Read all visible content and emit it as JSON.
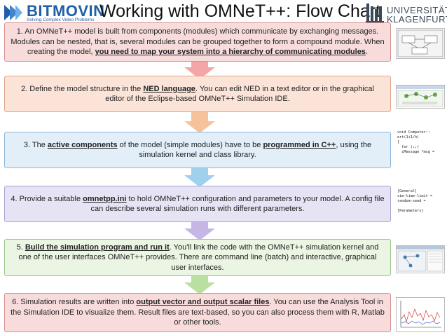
{
  "header": {
    "title": "Working with OMNeT++: Flow Chart",
    "left_logo": {
      "name": "BITMOVIN",
      "tagline": "Solving Complex Video Problems"
    },
    "right_logo": {
      "line1": "UNIVERSITÄT",
      "line2": "KLAGENFURT"
    }
  },
  "steps": [
    {
      "parts": [
        {
          "text": "1. An OMNeT++ model is built from components (modules) which communicate by exchanging messages. Modules can be nested, that is, several modules can be grouped together to form a compound module. When creating the model, "
        },
        {
          "text": "you need to map your system into a hierarchy of communicating modules",
          "emph": true
        },
        {
          "text": "."
        }
      ]
    },
    {
      "parts": [
        {
          "text": "2. Define the model structure in the "
        },
        {
          "text": "NED language",
          "emph": true
        },
        {
          "text": ". You can edit NED in a text editor or in the graphical editor of the Eclipse-based OMNeT++ Simulation IDE."
        }
      ]
    },
    {
      "parts": [
        {
          "text": "3. The "
        },
        {
          "text": "active components",
          "emph": true
        },
        {
          "text": " of the model (simple modules) have to be "
        },
        {
          "text": "programmed in C++",
          "emph": true
        },
        {
          "text": ", using the simulation kernel and class library."
        }
      ]
    },
    {
      "parts": [
        {
          "text": "4. Provide a suitable "
        },
        {
          "text": "omnetpp.ini",
          "emph": true
        },
        {
          "text": " to hold OMNeT++ configuration and parameters to your model. A config file can describe several simulation runs with different parameters."
        }
      ]
    },
    {
      "parts": [
        {
          "text": "5. "
        },
        {
          "text": "Build the simulation program and run it",
          "emph": true
        },
        {
          "text": ". You'll link the code with the OMNeT++ simulation kernel and one of the user interfaces OMNeT++ provides. There are command line (batch) and interactive, graphical user interfaces."
        }
      ]
    },
    {
      "parts": [
        {
          "text": "6. Simulation results are written into "
        },
        {
          "text": "output vector and output scalar files",
          "emph": true
        },
        {
          "text": ". You can use the Analysis Tool in the Simulation IDE to visualize them. Result files are text-based, so you can also process them with R, Matlab or other tools."
        }
      ]
    }
  ],
  "arrow_colors": [
    "#f4a6a6",
    "#f6c29c",
    "#9fd0ee",
    "#c6b6e6",
    "#b9e0a0"
  ],
  "thumbnails": {
    "code_cpp": [
      "void Computer::",
      "ert(1+1/h)",
      "{",
      "  for (;;)",
      "  cMessage *msg ="
    ],
    "ini": [
      "[General]",
      "sim-time-limit =",
      "random-seed =",
      "",
      "[Parameters]"
    ]
  }
}
